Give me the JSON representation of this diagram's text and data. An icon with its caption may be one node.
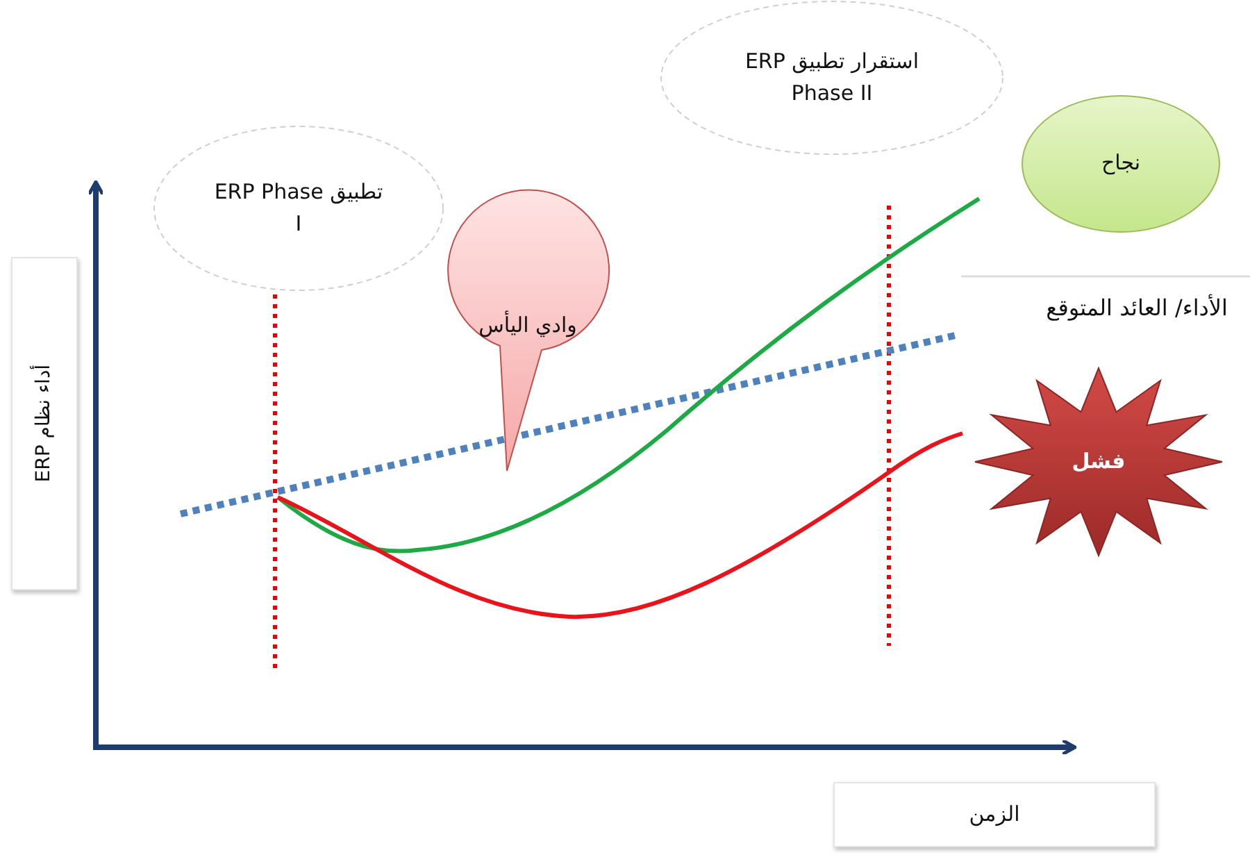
{
  "diagram": {
    "nodes": [
      {
        "text": [
          "تطبيق ERP Phase I"
        ]
      },
      {
        "text": [
          "استقرار تطبيق ERP Phase II"
        ]
      },
      {
        "text": [
          "وادي اليأس"
        ]
      },
      {
        "text": [
          "نجاح"
        ]
      },
      {
        "text": [
          "فشل"
        ]
      },
      {
        "text": [
          "أداء نظام ERP"
        ]
      },
      {
        "text": [
          "الزمن"
        ]
      }
    ],
    "labels": [
      "الأداء/ العائد المتوقع"
    ]
  }
}
